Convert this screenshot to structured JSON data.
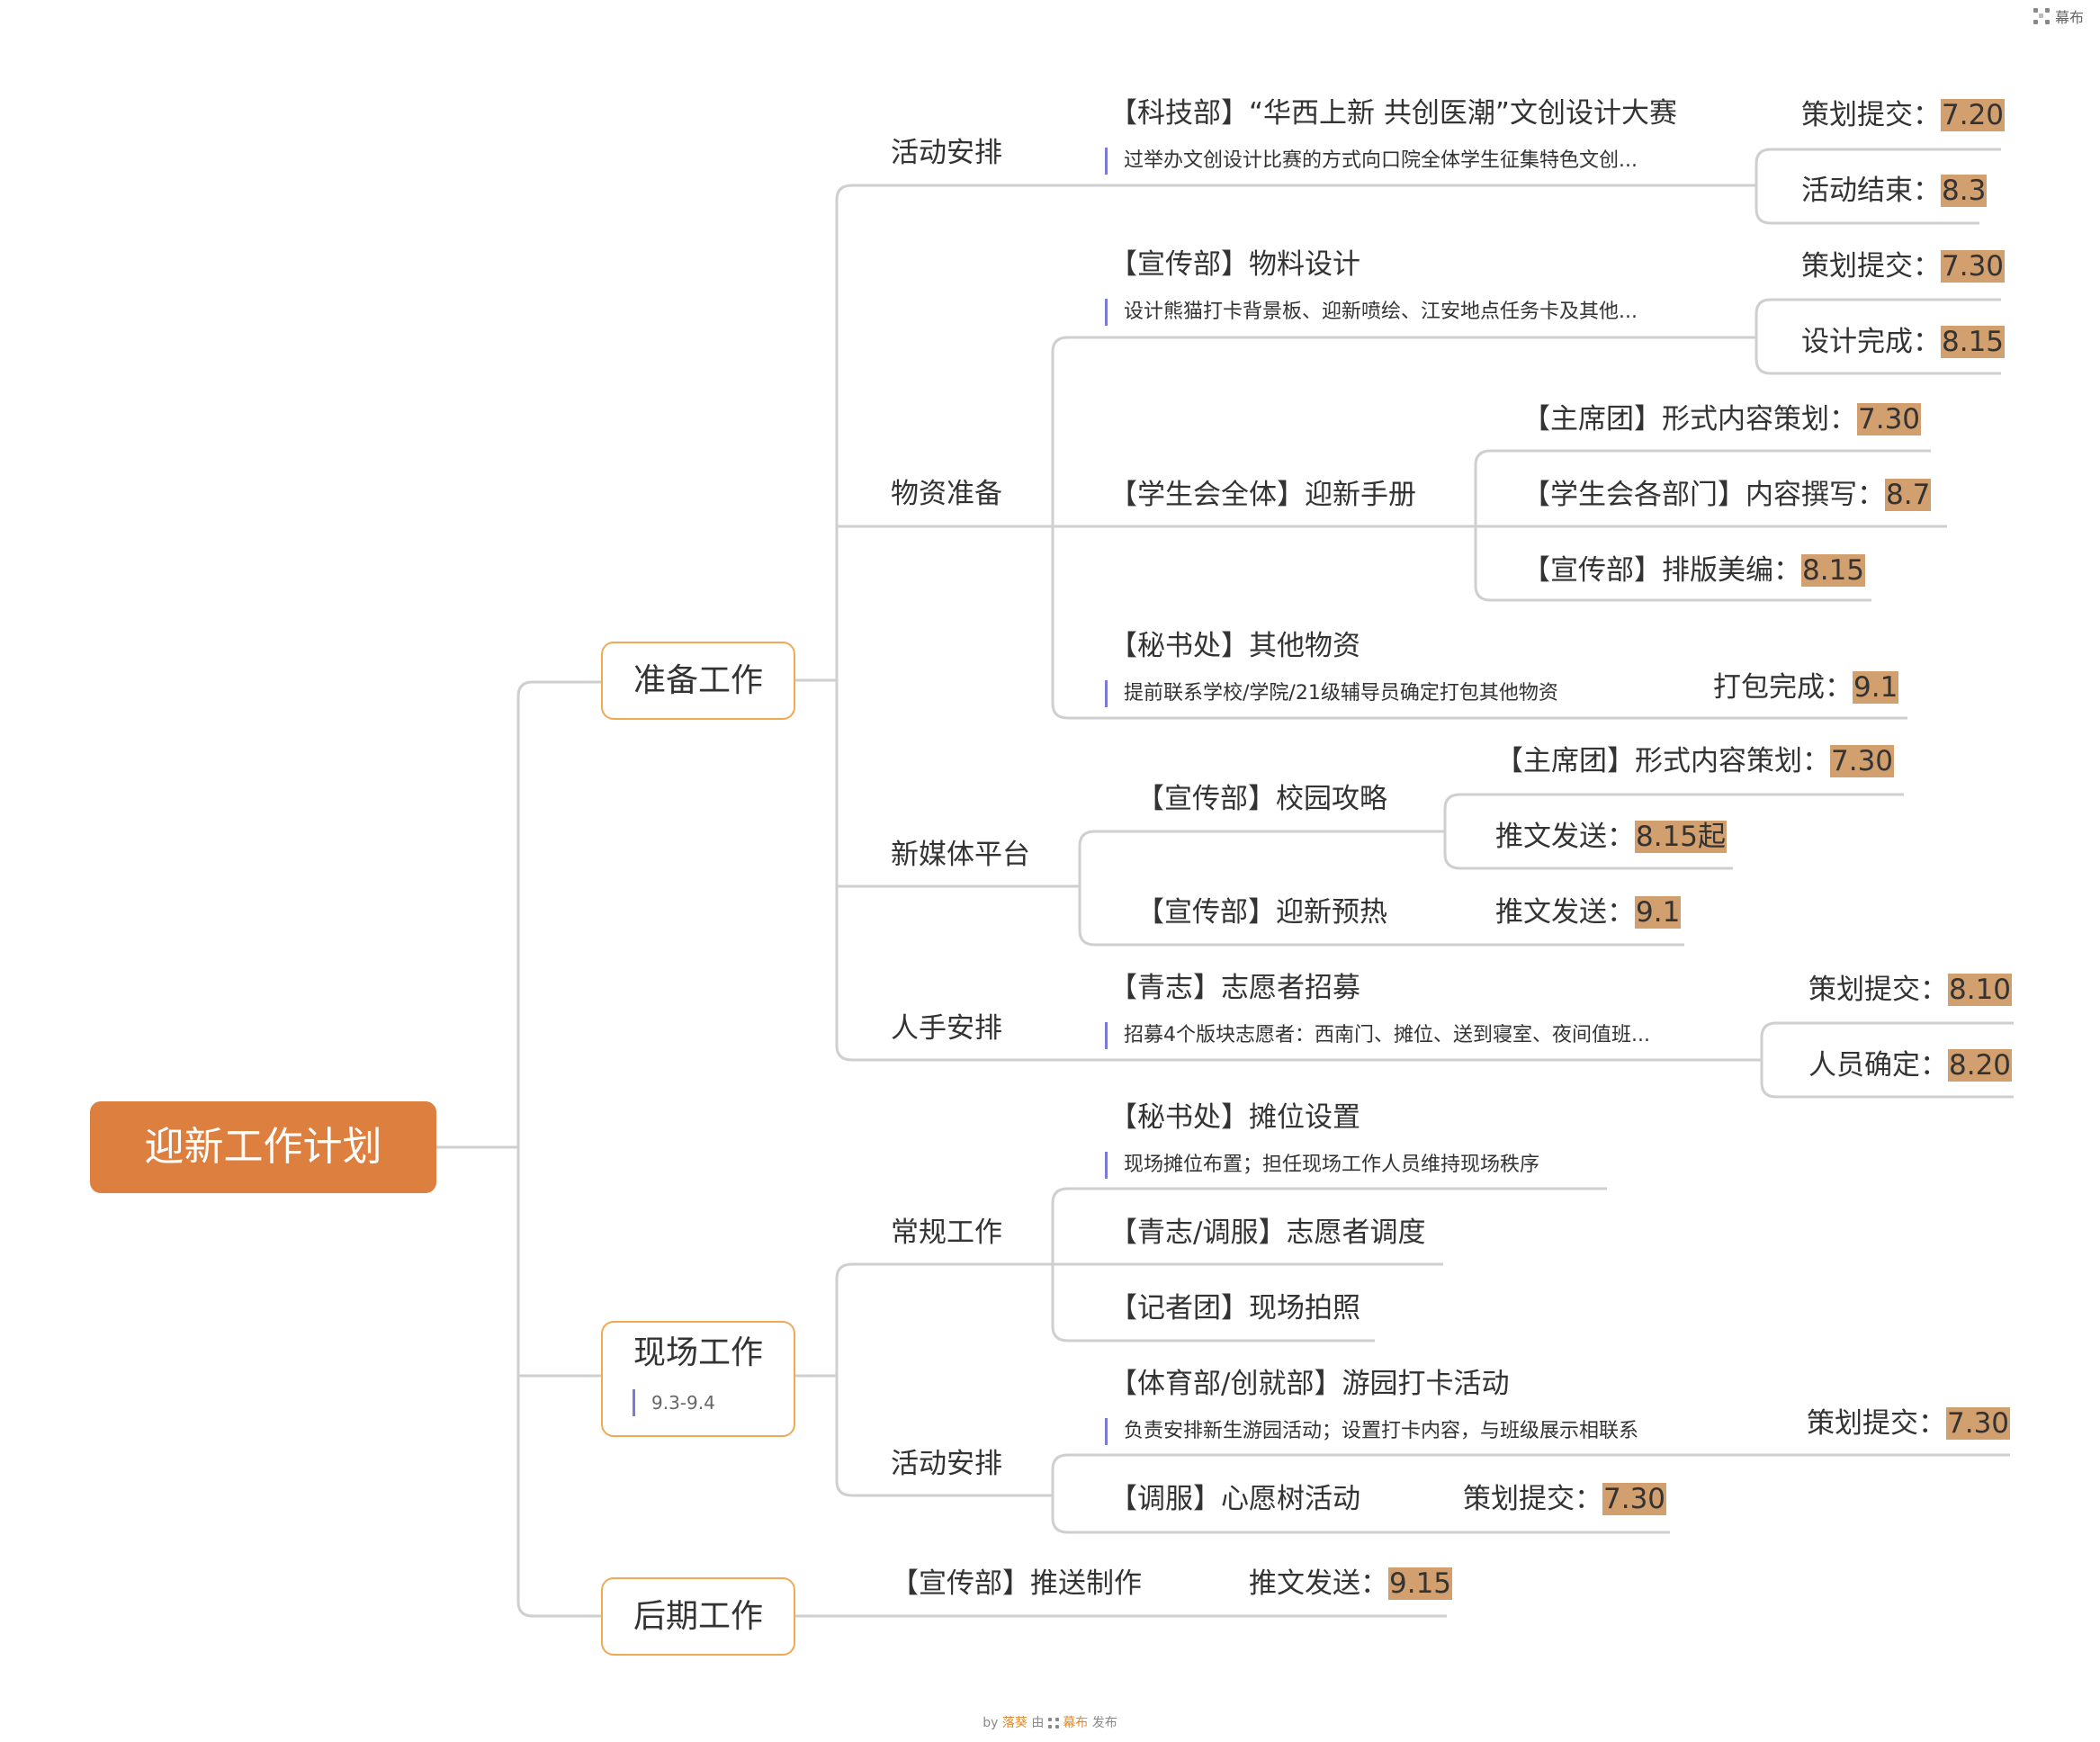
{
  "brand": {
    "name": "幕布",
    "icon": "mubu-logo-icon"
  },
  "footer": {
    "by": "by",
    "author": "落葵",
    "middle": "由",
    "app": "幕布",
    "publish": "发布"
  },
  "colors": {
    "root": "#dd7f3f",
    "box_border": "#f0a955",
    "highlight": "#d29f6f",
    "note_bar": "#7b7ad9",
    "line": "#cfcfcf"
  },
  "mindmap": {
    "root": "迎新工作计划",
    "prep": {
      "label": "准备工作",
      "activity": {
        "label": "活动安排",
        "item": "【科技部】“华西上新 共创医潮”文创设计大赛",
        "note": "过举办文创设计比赛的方式向口院全体学生征集特色文创...",
        "d1_label": "策划提交：",
        "d1_value": "7.20",
        "d2_label": "活动结束：",
        "d2_value": "8.3"
      },
      "materials": {
        "label": "物资准备",
        "design": {
          "item": "【宣传部】物料设计",
          "note": "设计熊猫打卡背景板、迎新喷绘、江安地点任务卡及其他...",
          "d1_label": "策划提交：",
          "d1_value": "7.30",
          "d2_label": "设计完成：",
          "d2_value": "8.15"
        },
        "handbook": {
          "item": "【学生会全体】迎新手册",
          "s1_label": "【主席团】形式内容策划：",
          "s1_value": "7.30",
          "s2_label": "【学生会各部门】内容撰写：",
          "s2_value": "8.7",
          "s3_label": "【宣传部】排版美编：",
          "s3_value": "8.15"
        },
        "other": {
          "item": "【秘书处】其他物资",
          "note": "提前联系学校/学院/21级辅导员确定打包其他物资",
          "d_label": "打包完成：",
          "d_value": "9.1"
        }
      },
      "media": {
        "label": "新媒体平台",
        "guide": {
          "item": "【宣传部】校园攻略",
          "s1_label": "【主席团】形式内容策划：",
          "s1_value": "7.30",
          "s2_label": "推文发送：",
          "s2_value": "8.15起"
        },
        "warmup": {
          "item": "【宣传部】迎新预热",
          "d_label": "推文发送：",
          "d_value": "9.1"
        }
      },
      "staff": {
        "label": "人手安排",
        "item": "【青志】志愿者招募",
        "note": "招募4个版块志愿者：西南门、摊位、送到寝室、夜间值班...",
        "d1_label": "策划提交：",
        "d1_value": "8.10",
        "d2_label": "人员确定：",
        "d2_value": "8.20"
      }
    },
    "onsite": {
      "label": "现场工作",
      "note": "9.3-9.4",
      "routine": {
        "label": "常规工作",
        "booth": "【秘书处】摊位设置",
        "booth_note": "现场摊位布置；担任现场工作人员维持现场秩序",
        "volunteer": "【青志/调服】志愿者调度",
        "photo": "【记者团】现场拍照"
      },
      "activity": {
        "label": "活动安排",
        "tour": "【体育部/创就部】游园打卡活动",
        "tour_note": "负责安排新生游园活动；设置打卡内容，与班级展示相联系",
        "tour_d_label": "策划提交：",
        "tour_d_value": "7.30",
        "wish": "【调服】心愿树活动",
        "wish_d_label": "策划提交：",
        "wish_d_value": "7.30"
      }
    },
    "post": {
      "label": "后期工作",
      "item": "【宣传部】推送制作",
      "d_label": "推文发送：",
      "d_value": "9.15"
    }
  }
}
